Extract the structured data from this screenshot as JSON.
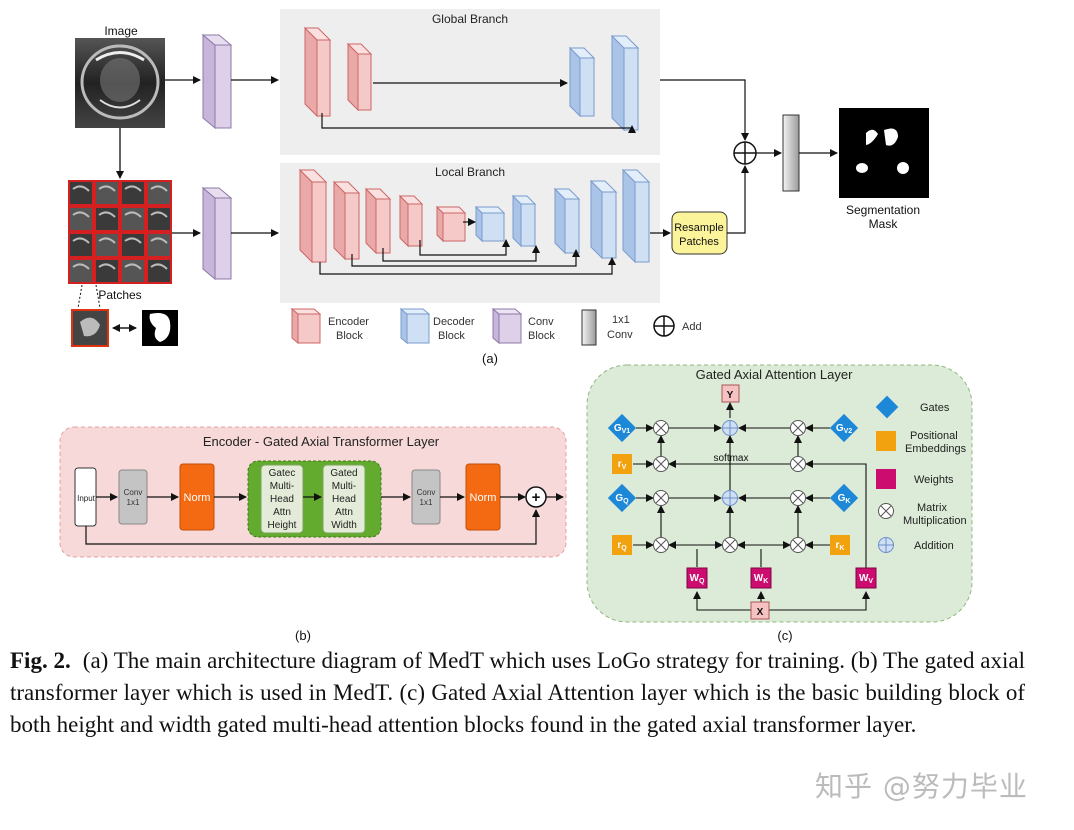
{
  "a": {
    "image_label": "Image",
    "patches_label": "Patches",
    "global_branch": "Global Branch",
    "local_branch": "Local Branch",
    "resample_l1": "Resample",
    "resample_l2": "Patches",
    "seg_l1": "Segmentation",
    "seg_l2": "Mask",
    "legend": {
      "encoder_l1": "Encoder",
      "encoder_l2": "Block",
      "decoder_l1": "Decoder",
      "decoder_l2": "Block",
      "conv_l1": "Conv",
      "conv_l2": "Block",
      "conv1x1_l1": "1x1",
      "conv1x1_l2": "Conv",
      "add": "Add"
    },
    "sub": "(a)"
  },
  "b": {
    "title": "Encoder - Gated Axial Transformer Layer",
    "input": "Input",
    "conv1_l1": "Conv",
    "conv1_l2": "1x1",
    "norm1": "Norm",
    "height": [
      "Gatec",
      "Multi-",
      "Head",
      "Attn",
      "Height"
    ],
    "width": [
      "Gated",
      "Multi-",
      "Head",
      "Attn",
      "Width"
    ],
    "conv2_l1": "Conv",
    "conv2_l2": "1x1",
    "norm2": "Norm",
    "plus": "+",
    "sub": "(b)"
  },
  "c": {
    "title": "Gated Axial Attention Layer",
    "y": "Y",
    "x": "X",
    "softmax": "softmax",
    "gates": {
      "gv1": "G",
      "gv1_sub": "V1",
      "gv2": "G",
      "gv2_sub": "V2",
      "gq": "G",
      "gq_sub": "Q",
      "gk": "G",
      "gk_sub": "K"
    },
    "pos": {
      "rv": "r",
      "rv_sub": "V",
      "rq": "r",
      "rq_sub": "Q",
      "rk": "r",
      "rk_sub": "K"
    },
    "weights": {
      "wq": "W",
      "wq_sub": "Q",
      "wk": "W",
      "wk_sub": "K",
      "wv": "W",
      "wv_sub": "V"
    },
    "legend": {
      "gates": "Gates",
      "pos_l1": "Positional",
      "pos_l2": "Embeddings",
      "weights": "Weights",
      "matmul_l1": "Matrix",
      "matmul_l2": "Multiplication",
      "addition": "Addition"
    },
    "sub": "(c)"
  },
  "caption": {
    "label": "Fig. 2.",
    "text": "(a) The main architecture diagram of MedT which uses LoGo strategy for training. (b) The gated axial transformer layer which is used in MedT. (c) Gated Axial Attention layer which is the basic building block of both height and width gated multi-head attention blocks found in the gated axial transformer layer."
  },
  "watermark": "知乎 @努力毕业",
  "colors": {
    "encoder": "#f6c9c9",
    "decoder": "#cfe0f5",
    "conv": "#ddd0e8",
    "panel_gray": "#eeeeee",
    "panel_pink": "#f7d9d9",
    "panel_green": "#dcebd7",
    "norm": "#f36a12",
    "attn_green": "#62ab2f",
    "gate": "#1e88d8",
    "pos": "#f2a20e",
    "weight": "#cc0d6f",
    "resample": "#fbf49a"
  }
}
